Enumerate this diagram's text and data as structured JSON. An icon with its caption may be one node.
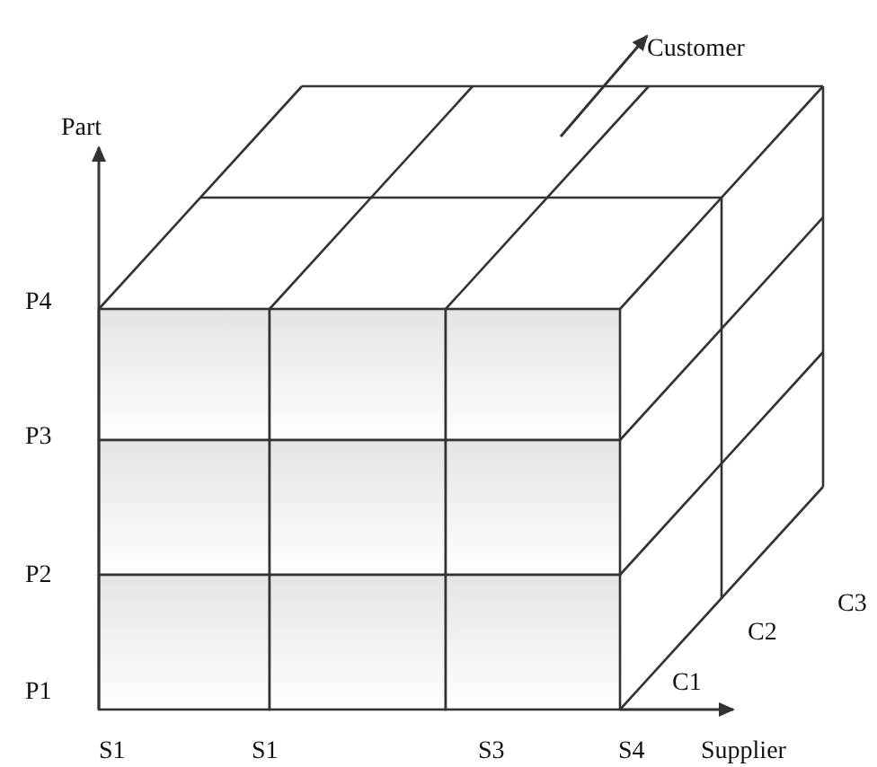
{
  "diagram": {
    "labels": [
      "Customer",
      "Part",
      "P4",
      "P3",
      "P2",
      "C3",
      "C2",
      "C1",
      "P1",
      "S1",
      "S1",
      "S3",
      "S4",
      "Supplier"
    ]
  }
}
